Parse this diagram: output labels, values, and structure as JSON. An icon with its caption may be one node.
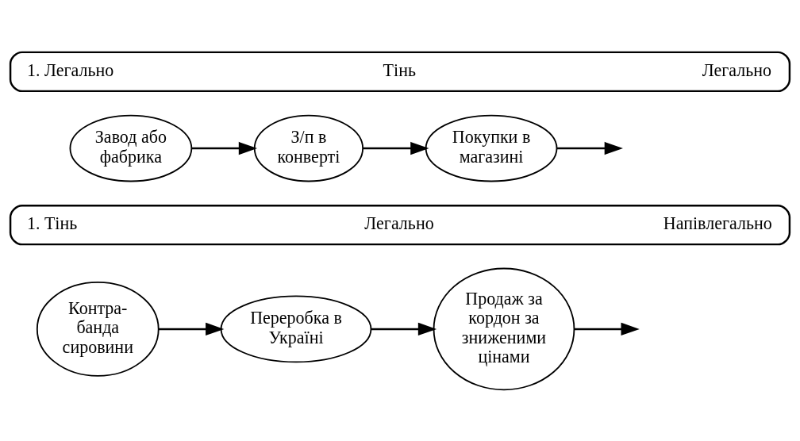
{
  "diagram": {
    "nodes": [
      {
        "text": [
          "1. Легально",
          "Тінь",
          "Легально"
        ]
      },
      {
        "text": [
          "Завод або фабрика"
        ]
      },
      {
        "text": [
          "З/п в конверті"
        ]
      },
      {
        "text": [
          "Покупки в магазині"
        ]
      },
      {
        "text": [
          "1. Тінь",
          "Легально",
          "Напівлегально"
        ]
      },
      {
        "text": [
          "Контра- банда сировини"
        ]
      },
      {
        "text": [
          "Переробка в Україні"
        ]
      },
      {
        "text": [
          "Продаж за кордон за зниженими цінами"
        ]
      }
    ],
    "edges": [
      {
        "from": 1,
        "to": 2,
        "arrow": "to"
      },
      {
        "from": 2,
        "to": 3,
        "arrow": "to"
      },
      {
        "from": 3,
        "to": null,
        "arrow": "to"
      },
      {
        "from": 5,
        "to": 6,
        "arrow": "to"
      },
      {
        "from": 6,
        "to": 7,
        "arrow": "to"
      },
      {
        "from": 7,
        "to": null,
        "arrow": "to"
      }
    ]
  }
}
